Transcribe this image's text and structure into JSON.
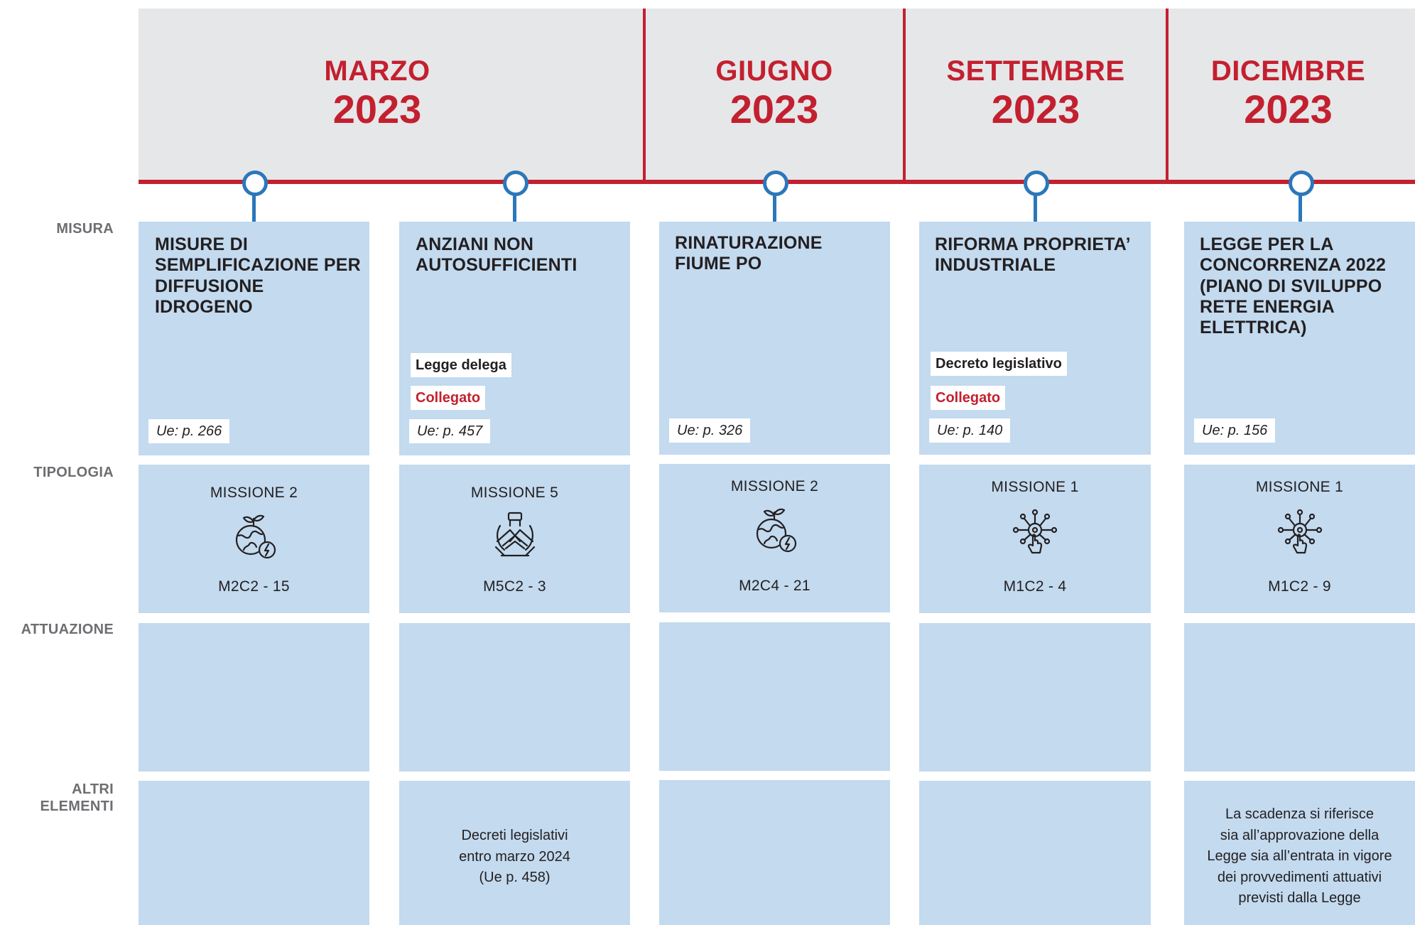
{
  "months": [
    {
      "name": "MARZO",
      "year": "2023"
    },
    {
      "name": "GIUGNO",
      "year": "2023"
    },
    {
      "name": "SETTEMBRE",
      "year": "2023"
    },
    {
      "name": "DICEMBRE",
      "year": "2023"
    }
  ],
  "row_labels": {
    "misura": "MISURA",
    "tipologia": "TIPOLOGIA",
    "attuazione": "ATTUAZIONE",
    "altri_1": "ALTRI",
    "altri_2": "ELEMENTI"
  },
  "columns": [
    {
      "title": "MISURE DI SEMPLIFICAZIONE PER DIFFUSIONE IDROGENO",
      "ue": "Ue: p. 266",
      "mission": "MISSIONE 2",
      "icon": "earth-sprout-energy-icon",
      "code": "M2C2 - 15"
    },
    {
      "title": "ANZIANI NON AUTOSUFFICIENTI",
      "tag": "Legge delega",
      "collegato": "Collegato",
      "ue": "Ue: p. 457",
      "mission": "MISSIONE 5",
      "icon": "hands-together-icon",
      "code": "M5C2 - 3",
      "altri": [
        "Decreti legislativi",
        "entro marzo 2024",
        "(Ue p. 458)"
      ]
    },
    {
      "title": "RINATURAZIONE FIUME PO",
      "ue": "Ue: p. 326",
      "mission": "MISSIONE 2",
      "icon": "earth-sprout-energy-icon",
      "code": "M2C4 - 21"
    },
    {
      "title": "RIFORMA PROPRIETA’ INDUSTRIALE",
      "tag": "Decreto legislativo",
      "collegato": "Collegato",
      "ue": "Ue: p. 140",
      "mission": "MISSIONE 1",
      "icon": "digital-touch-icon",
      "code": "M1C2 - 4"
    },
    {
      "title": "LEGGE PER LA CONCORRENZA 2022 (PIANO DI SVILUPPO RETE ENERGIA ELETTRICA)",
      "ue": "Ue: p. 156",
      "mission": "MISSIONE 1",
      "icon": "digital-touch-icon",
      "code": "M1C2 - 9",
      "altri": [
        "La scadenza si riferisce",
        "sia all’approvazione della",
        "Legge sia all’entrata in vigore",
        "dei provvedimenti attuativi",
        "previsti dalla Legge"
      ]
    }
  ],
  "colors": {
    "accent_red": "#c3202f",
    "node_blue": "#2b77ba",
    "cell_blue": "#c3daef",
    "header_gray": "#e6e7e9"
  }
}
